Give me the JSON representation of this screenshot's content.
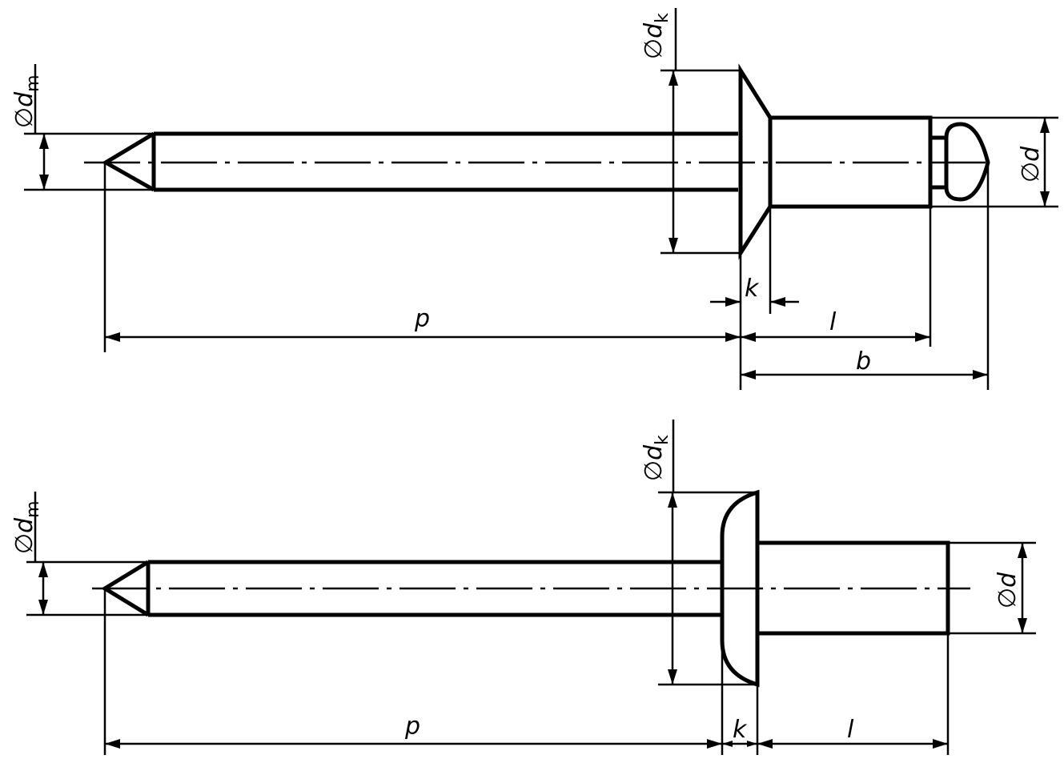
{
  "figure_top": {
    "labels": {
      "dm_symbol": "∅",
      "dm_letter": "d",
      "dm_sub": "m",
      "dk_symbol": "∅",
      "dk_letter": "d",
      "dk_sub": "k",
      "d_symbol": "∅",
      "d_letter": "d",
      "p": "p",
      "k": "k",
      "l": "l",
      "b": "b"
    }
  },
  "figure_bottom": {
    "labels": {
      "dm_symbol": "∅",
      "dm_letter": "d",
      "dm_sub": "m",
      "dk_symbol": "∅",
      "dk_letter": "d",
      "dk_sub": "k",
      "d_symbol": "∅",
      "d_letter": "d",
      "p": "p",
      "k": "k",
      "l": "l"
    }
  }
}
